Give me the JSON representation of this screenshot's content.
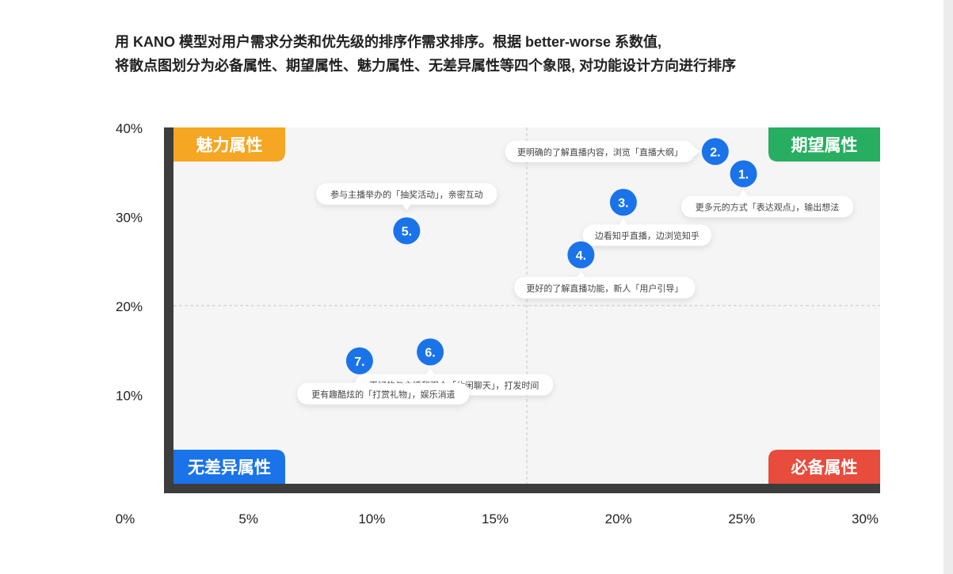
{
  "heading": {
    "line1": "用 KANO 模型对用户需求分类和优先级的排序作需求排序。根据 better-worse 系数值,",
    "line2": "将散点图划分为必备属性、期望属性、魅力属性、无差异属性等四个象限, 对功能设计方向进行排序"
  },
  "colors": {
    "plot_background": "#f5f5f5",
    "axis": "#3d3d3d",
    "point": "#1a73e8",
    "attractive": "#f5a623",
    "performance": "#27ae60",
    "indifferent": "#1a73e8",
    "must_be": "#e74c3c"
  },
  "chart_data": {
    "type": "scatter",
    "title": "",
    "xlabel": "",
    "ylabel": "",
    "xlim": [
      0,
      30
    ],
    "ylim": [
      0,
      40
    ],
    "x_tick_values": [
      0,
      5,
      10,
      15,
      20,
      25,
      30
    ],
    "x_tick_labels": [
      "0%",
      "5%",
      "10%",
      "15%",
      "20%",
      "25%",
      "30%"
    ],
    "y_tick_values": [
      10,
      20,
      30,
      40
    ],
    "y_tick_labels": [
      "10%",
      "20%",
      "30%",
      "40%"
    ],
    "divider_x": 15,
    "divider_y": 20,
    "grid": false,
    "quadrants": [
      {
        "label": "魅力属性",
        "corner": "top-left",
        "color_key": "attractive"
      },
      {
        "label": "期望属性",
        "corner": "top-right",
        "color_key": "performance"
      },
      {
        "label": "无差异属性",
        "corner": "bottom-left",
        "color_key": "indifferent"
      },
      {
        "label": "必备属性",
        "corner": "bottom-right",
        "color_key": "must_be"
      }
    ],
    "points": [
      {
        "label": "1.",
        "x": 24.2,
        "y": 34.8,
        "text": "更多元的方式「表达观点」，输出想法",
        "callout": "below"
      },
      {
        "label": "2.",
        "x": 23.0,
        "y": 37.3,
        "text": "更明确的了解直播内容，浏览「直播大纲」",
        "callout": "left"
      },
      {
        "label": "3.",
        "x": 19.1,
        "y": 31.6,
        "text": "边看知乎直播，边浏览知乎",
        "callout": "below"
      },
      {
        "label": "4.",
        "x": 17.3,
        "y": 25.7,
        "text": "更好的了解直播功能，新人「用户引导」",
        "callout": "below"
      },
      {
        "label": "5.",
        "x": 9.9,
        "y": 28.4,
        "text": "参与主播举办的「抽奖活动」，亲密互动",
        "callout": "above"
      },
      {
        "label": "6.",
        "x": 10.9,
        "y": 14.8,
        "text": "更好的与主播和观众「休闲聊天」，打发时间",
        "callout": "below"
      },
      {
        "label": "7.",
        "x": 7.9,
        "y": 13.8,
        "text": "更有趣酷炫的「打赏礼物」，娱乐消遣",
        "callout": "below"
      }
    ]
  }
}
